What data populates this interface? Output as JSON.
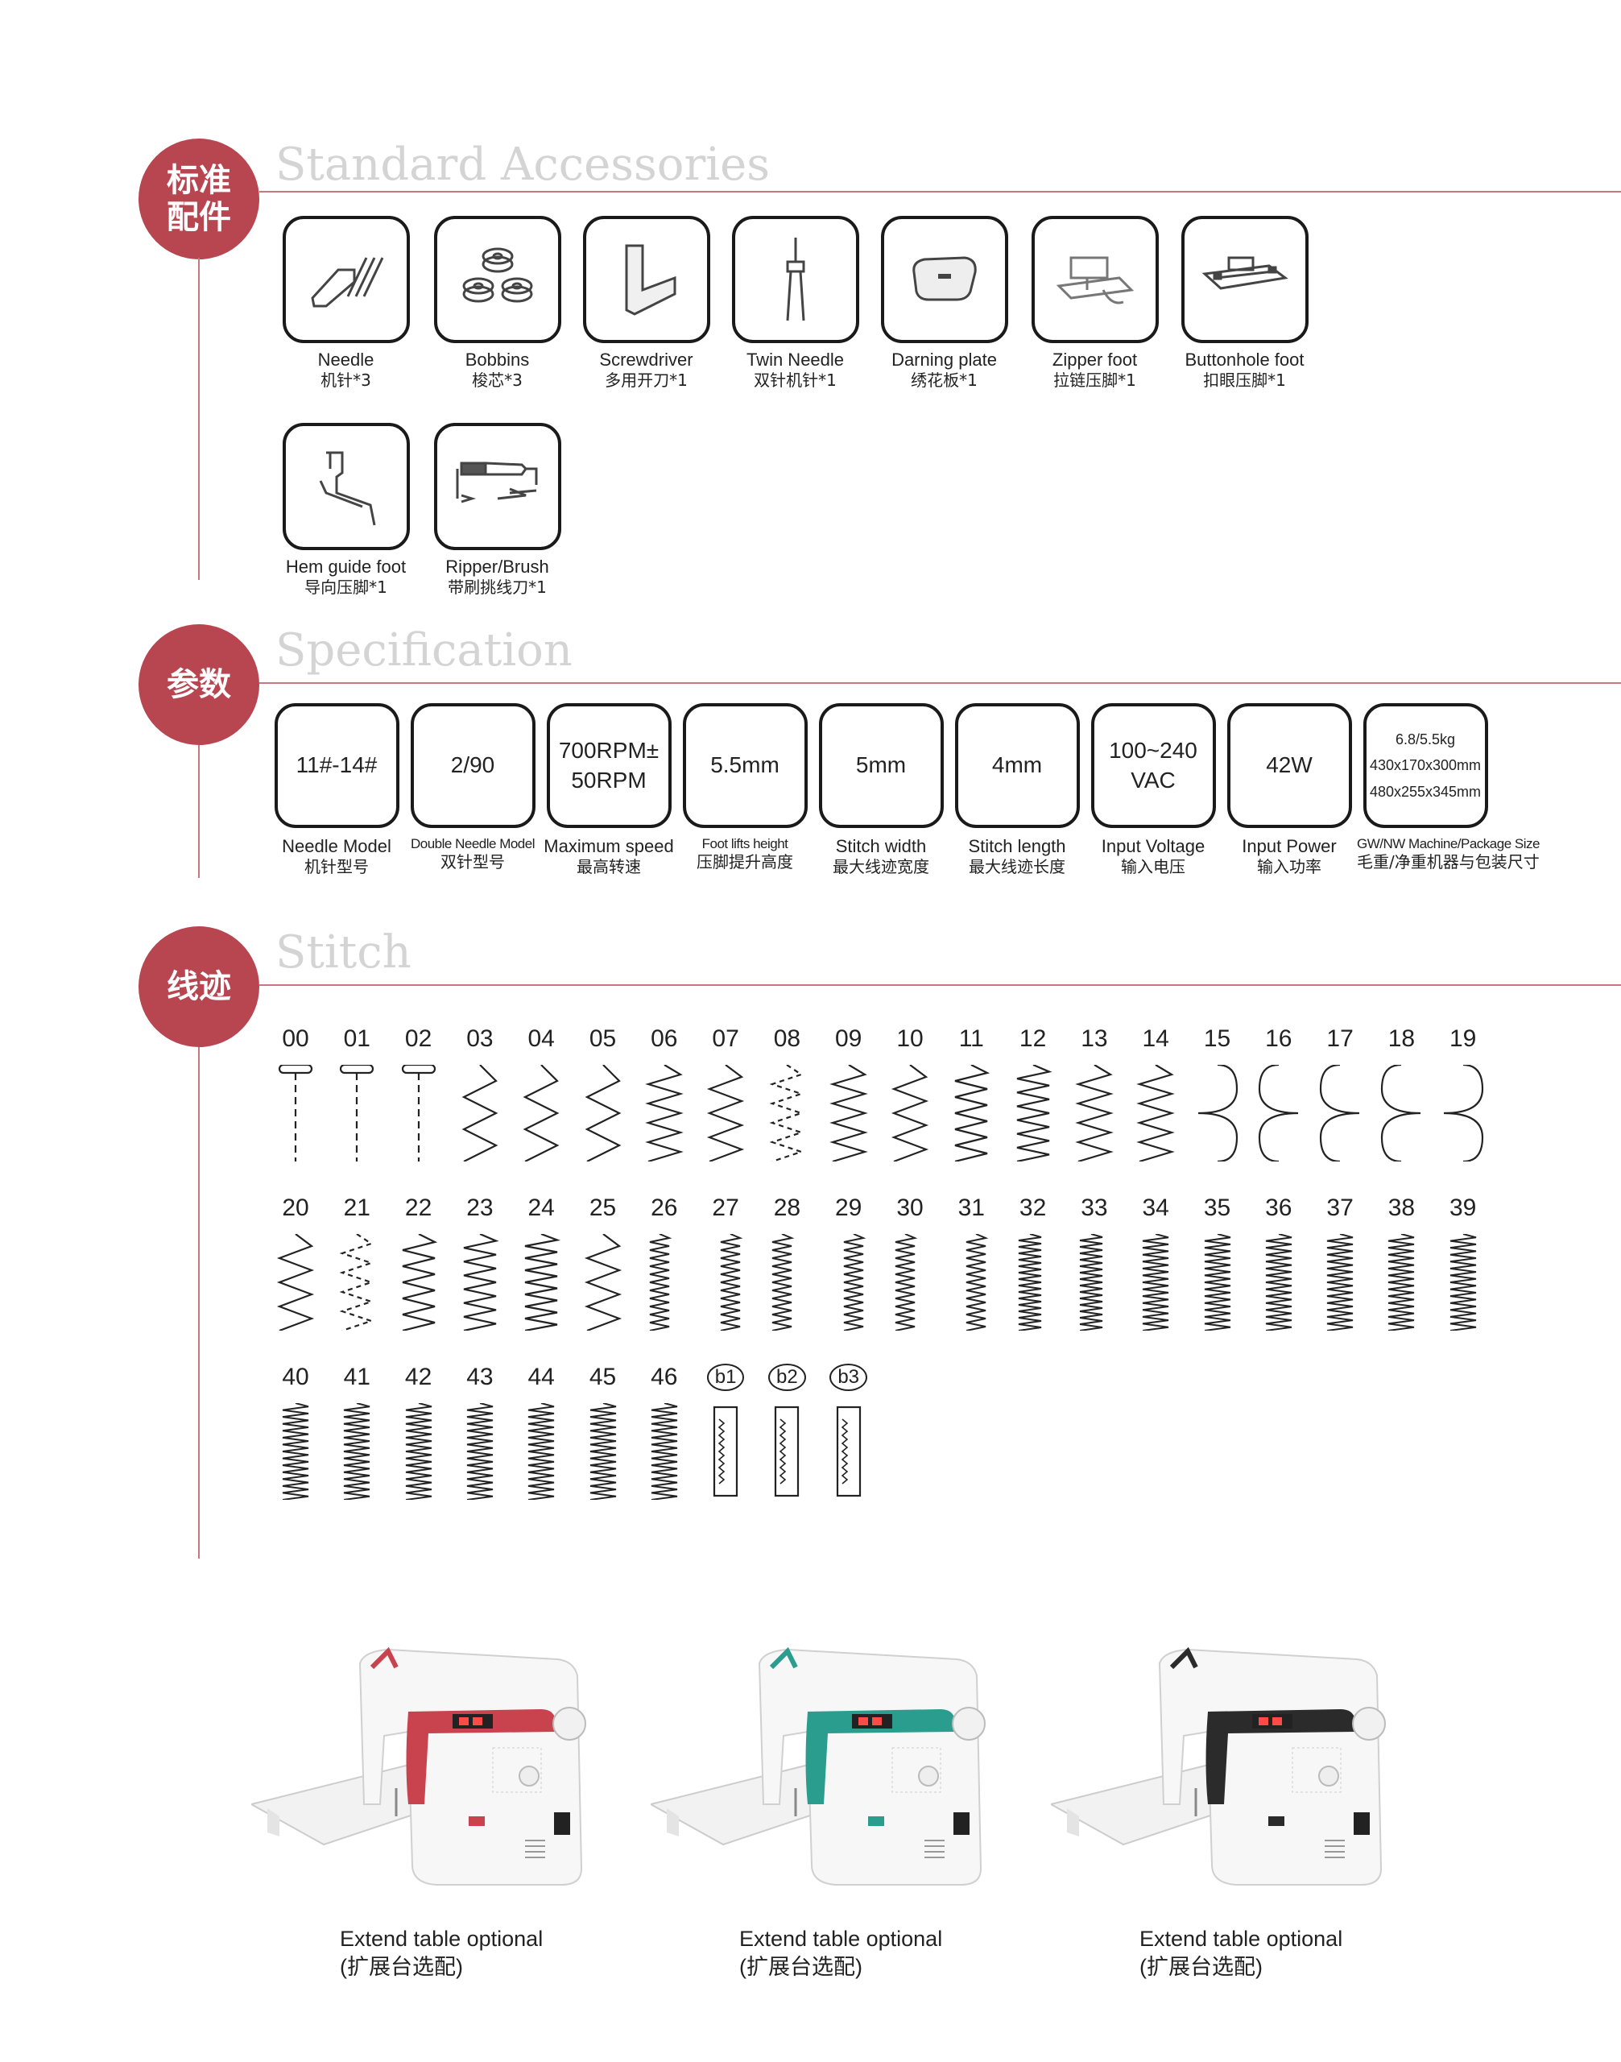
{
  "accessories": {
    "badge": [
      "标准",
      "配件"
    ],
    "title": "Standard Accessories",
    "items": [
      {
        "name": "Needle",
        "cn": "机针*3",
        "icon": "needle-icon"
      },
      {
        "name": "Bobbins",
        "cn": "梭芯*3",
        "icon": "bobbin-icon"
      },
      {
        "name": "Screwdriver",
        "cn": "多用开刀*1",
        "icon": "screwdriver-icon"
      },
      {
        "name": "Twin Needle",
        "cn": "双针机针*1",
        "icon": "twin-needle-icon"
      },
      {
        "name": "Darning plate",
        "cn": "绣花板*1",
        "icon": "darning-plate-icon"
      },
      {
        "name": "Zipper foot",
        "cn": "拉链压脚*1",
        "icon": "zipper-foot-icon"
      },
      {
        "name": "Buttonhole foot",
        "cn": "扣眼压脚*1",
        "icon": "buttonhole-foot-icon"
      },
      {
        "name": "Hem guide foot",
        "cn": "导向压脚*1",
        "icon": "hem-guide-foot-icon"
      },
      {
        "name": "Ripper/Brush",
        "cn": "带刷挑线刀*1",
        "icon": "ripper-brush-icon"
      }
    ]
  },
  "specification": {
    "badge": [
      "参数"
    ],
    "title": "Specification",
    "items": [
      {
        "value_lines": [
          "11#-14#"
        ],
        "name": "Needle Model",
        "cn": "机针型号"
      },
      {
        "value_lines": [
          "2/90"
        ],
        "name": "Double Needle Model",
        "cn": "双针型号"
      },
      {
        "value_lines": [
          "700RPM±",
          "50RPM"
        ],
        "name": "Maximum speed",
        "cn": "最高转速"
      },
      {
        "value_lines": [
          "5.5mm"
        ],
        "name": "Foot lifts height",
        "cn": "压脚提升高度"
      },
      {
        "value_lines": [
          "5mm"
        ],
        "name": "Stitch width",
        "cn": "最大线迹宽度"
      },
      {
        "value_lines": [
          "4mm"
        ],
        "name": "Stitch length",
        "cn": "最大线迹长度"
      },
      {
        "value_lines": [
          "100~240",
          "VAC"
        ],
        "name": "Input Voltage",
        "cn": "输入电压"
      },
      {
        "value_lines": [
          "42W"
        ],
        "name": "Input Power",
        "cn": "输入功率"
      },
      {
        "value_lines": [
          "6.8/5.5kg",
          "430x170x300mm",
          "480x255x345mm"
        ],
        "name": "GW/NW Machine/Package Size",
        "cn": "毛重/净重机器与包装尺寸"
      }
    ]
  },
  "stitch": {
    "badge": [
      "线迹"
    ],
    "title": "Stitch",
    "rows": [
      [
        "00",
        "01",
        "02",
        "03",
        "04",
        "05",
        "06",
        "07",
        "08",
        "09",
        "10",
        "11",
        "12",
        "13",
        "14",
        "15",
        "16",
        "17",
        "18",
        "19"
      ],
      [
        "20",
        "21",
        "22",
        "23",
        "24",
        "25",
        "26",
        "27",
        "28",
        "29",
        "30",
        "31",
        "32",
        "33",
        "34",
        "35",
        "36",
        "37",
        "38",
        "39"
      ],
      [
        "40",
        "41",
        "42",
        "43",
        "44",
        "45",
        "46",
        "b1",
        "b2",
        "b3"
      ]
    ]
  },
  "machines": [
    {
      "color_name": "red",
      "accent": "#c9434f",
      "caption": "Extend table optional",
      "caption_cn": "(扩展台选配)"
    },
    {
      "color_name": "teal",
      "accent": "#2a9d8f",
      "caption": "Extend table optional",
      "caption_cn": "(扩展台选配)"
    },
    {
      "color_name": "black",
      "accent": "#2b2b2b",
      "caption": "Extend table optional",
      "caption_cn": "(扩展台选配)"
    }
  ],
  "colors": {
    "brand": "#b84651",
    "rule": "#c97680",
    "title_gray": "#d4d4d4"
  }
}
